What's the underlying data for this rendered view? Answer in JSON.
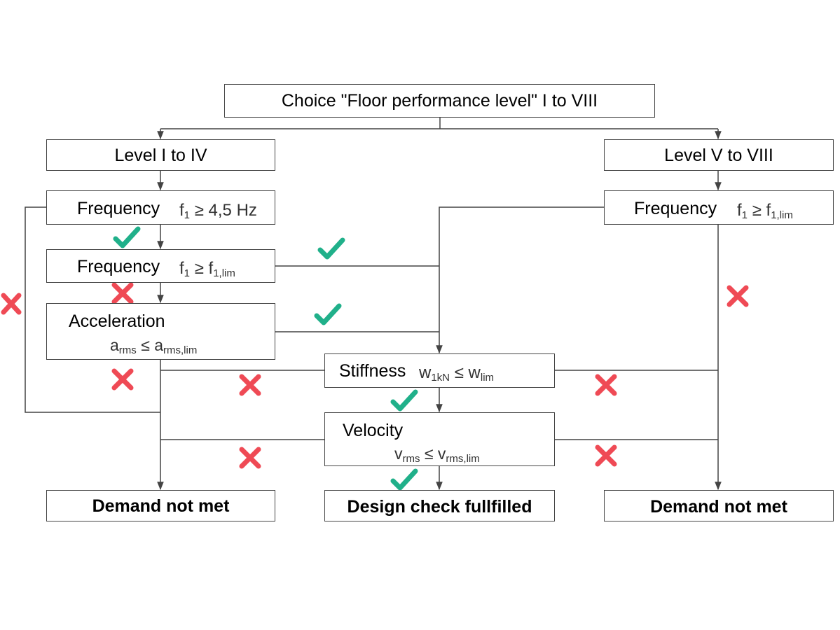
{
  "title_box": {
    "label": "Choice \"Floor performance level\" I to VIII"
  },
  "left_level": {
    "label": "Level I to IV"
  },
  "right_level": {
    "label": "Level V to VIII"
  },
  "freq1": {
    "label": "Frequency",
    "f": "f",
    "f_sub": "1",
    "rel": "≥",
    "val": "4,5 Hz"
  },
  "freq2": {
    "label": "Frequency",
    "f": "f",
    "f_sub": "1",
    "rel": "≥",
    "lim": "f",
    "lim_sub": "1,lim"
  },
  "freq_right": {
    "label": "Frequency",
    "f": "f",
    "f_sub": "1",
    "rel": "≥",
    "lim": "f",
    "lim_sub": "1,lim"
  },
  "acceleration": {
    "label": "Acceleration",
    "a": "a",
    "a_sub": "rms",
    "rel": "≤",
    "lim": "a",
    "lim_sub": "rms,lim"
  },
  "stiffness": {
    "label": "Stiffness",
    "w": "w",
    "w_sub": "1kN",
    "rel": "≤",
    "lim": "w",
    "lim_sub": "lim"
  },
  "velocity": {
    "label": "Velocity",
    "v": "v",
    "v_sub": "rms",
    "rel": "≤",
    "lim": "v",
    "lim_sub": "rms,lim"
  },
  "results": {
    "left": "Demand not met",
    "center": "Design check fullfilled",
    "right": "Demand not met"
  },
  "colors": {
    "check": "#20b08a",
    "cross": "#ef4a55",
    "line": "#444444"
  },
  "icons": {
    "pass": "check-mark-icon",
    "fail": "cross-mark-icon"
  }
}
